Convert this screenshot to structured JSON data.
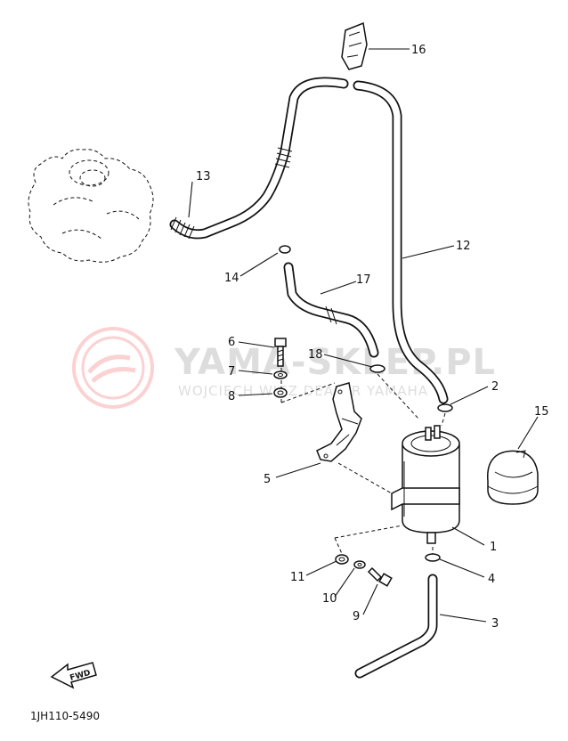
{
  "watermark": {
    "title": "YAMA-SKLEP.PL",
    "subtitle": "WOJCIECH WICZ DEALER YAMAHA"
  },
  "diagram_code": "1JH110-5490",
  "fwd_label": "FWD",
  "callouts": [
    {
      "id": "1",
      "part": "fuel-pump"
    },
    {
      "id": "2",
      "part": "hose-clip"
    },
    {
      "id": "3",
      "part": "fuel-hose-outlet"
    },
    {
      "id": "4",
      "part": "hose-clip"
    },
    {
      "id": "5",
      "part": "pump-bracket"
    },
    {
      "id": "6",
      "part": "bolt"
    },
    {
      "id": "7",
      "part": "washer"
    },
    {
      "id": "8",
      "part": "collar"
    },
    {
      "id": "9",
      "part": "bolt"
    },
    {
      "id": "10",
      "part": "washer"
    },
    {
      "id": "11",
      "part": "collar"
    },
    {
      "id": "12",
      "part": "fuel-hose-main"
    },
    {
      "id": "13",
      "part": "fuel-hose-carburetor"
    },
    {
      "id": "14",
      "part": "hose-clip"
    },
    {
      "id": "15",
      "part": "pump-cover"
    },
    {
      "id": "16",
      "part": "hose-joint"
    },
    {
      "id": "17",
      "part": "fuel-hose-short"
    },
    {
      "id": "18",
      "part": "hose-clip"
    }
  ]
}
